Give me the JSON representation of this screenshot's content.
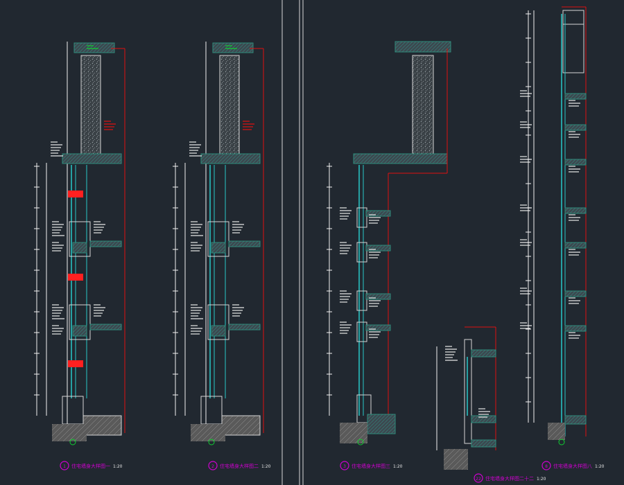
{
  "drawing": {
    "background": "#212830",
    "colors": {
      "divider": "#d9d9d9",
      "outline": "#e01010",
      "dimension": "#f2f2f2",
      "concrete": "#2f8c7c",
      "insulation": "#d6d6d6",
      "glazing": "#29c9c9",
      "annotation": "#e8e8e8",
      "marker": "#d000d0",
      "node": "#10d030",
      "tag": "#ff2020",
      "leader": "#ffe640"
    }
  },
  "sheets": [
    {
      "id": "s1",
      "caption": "住宅墙身大样图一",
      "number": "1",
      "scale": "1:20"
    },
    {
      "id": "s2",
      "caption": "住宅墙身大样图二",
      "number": "2",
      "scale": "1:20"
    },
    {
      "id": "s3",
      "caption": "住宅墙身大样图三",
      "number": "3",
      "scale": "1:20"
    },
    {
      "id": "s4",
      "caption": "住宅墙身大样图二十二",
      "number": "22",
      "scale": "1:20"
    },
    {
      "id": "s5",
      "caption": "住宅墙身大样图八",
      "number": "8",
      "scale": "1:20"
    }
  ]
}
